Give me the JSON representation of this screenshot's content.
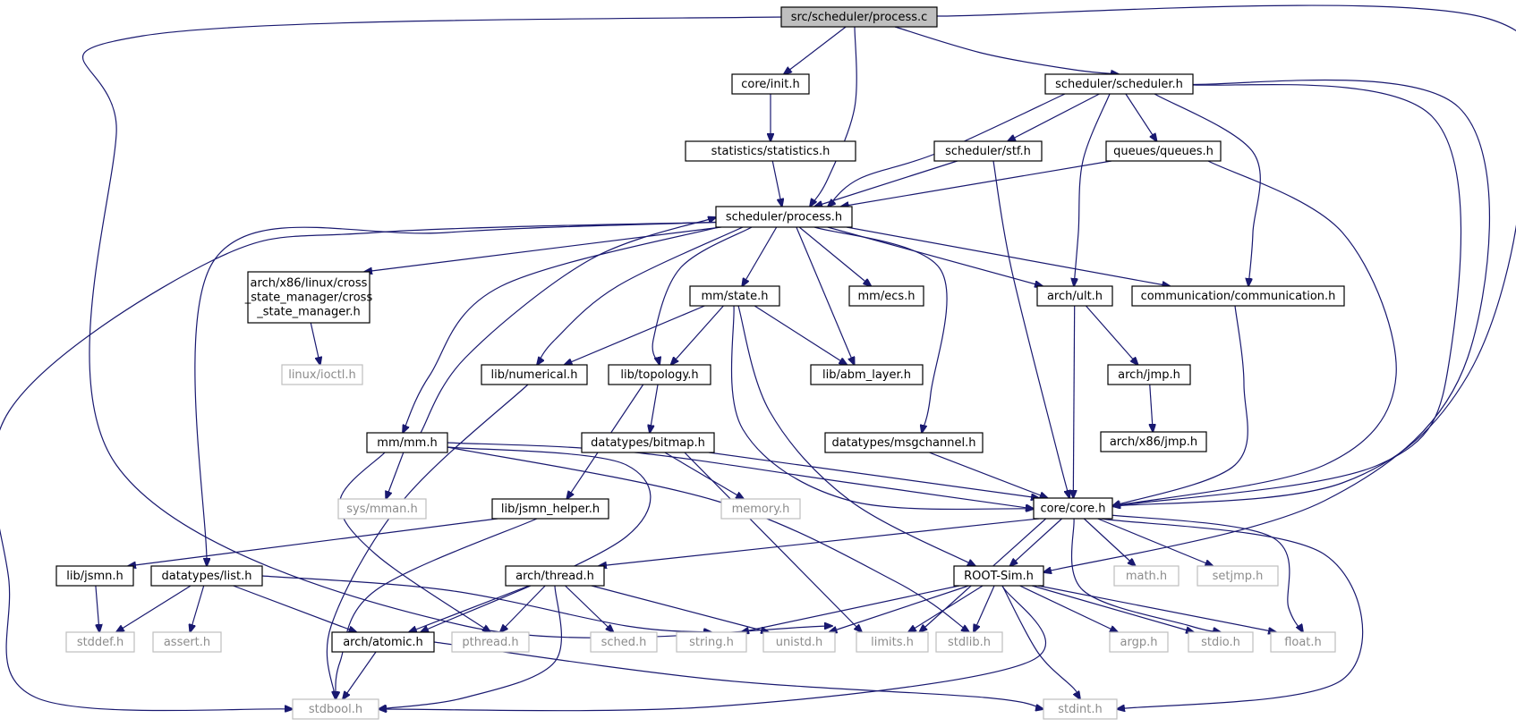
{
  "graph": {
    "style": {
      "edge_color": "#191970",
      "root_fill": "#bfbfbf",
      "node_stroke": "#000000",
      "missing_stroke": "#bfbfbf",
      "missing_text": "#8c8c8c"
    },
    "nodes": [
      {
        "id": "root",
        "lines": [
          "src/scheduler/process.c"
        ],
        "kind": "root"
      },
      {
        "id": "core_init",
        "lines": [
          "core/init.h"
        ],
        "kind": "normal"
      },
      {
        "id": "sched_sched",
        "lines": [
          "scheduler/scheduler.h"
        ],
        "kind": "normal"
      },
      {
        "id": "stats",
        "lines": [
          "statistics/statistics.h"
        ],
        "kind": "normal"
      },
      {
        "id": "stf",
        "lines": [
          "scheduler/stf.h"
        ],
        "kind": "normal"
      },
      {
        "id": "queues",
        "lines": [
          "queues/queues.h"
        ],
        "kind": "normal"
      },
      {
        "id": "sched_proc",
        "lines": [
          "scheduler/process.h"
        ],
        "kind": "normal"
      },
      {
        "id": "cross",
        "lines": [
          "arch/x86/linux/cross",
          "_state_manager/cross",
          "_state_manager.h"
        ],
        "kind": "normal"
      },
      {
        "id": "mm_state",
        "lines": [
          "mm/state.h"
        ],
        "kind": "normal"
      },
      {
        "id": "mm_ecs",
        "lines": [
          "mm/ecs.h"
        ],
        "kind": "normal"
      },
      {
        "id": "arch_ult",
        "lines": [
          "arch/ult.h"
        ],
        "kind": "normal"
      },
      {
        "id": "comm",
        "lines": [
          "communication/communication.h"
        ],
        "kind": "normal"
      },
      {
        "id": "ioctl",
        "lines": [
          "linux/ioctl.h"
        ],
        "kind": "missing"
      },
      {
        "id": "numerical",
        "lines": [
          "lib/numerical.h"
        ],
        "kind": "normal"
      },
      {
        "id": "topology",
        "lines": [
          "lib/topology.h"
        ],
        "kind": "normal"
      },
      {
        "id": "abm",
        "lines": [
          "lib/abm_layer.h"
        ],
        "kind": "normal"
      },
      {
        "id": "jmp",
        "lines": [
          "arch/jmp.h"
        ],
        "kind": "normal"
      },
      {
        "id": "x86jmp",
        "lines": [
          "arch/x86/jmp.h"
        ],
        "kind": "normal"
      },
      {
        "id": "mm_mm",
        "lines": [
          "mm/mm.h"
        ],
        "kind": "normal"
      },
      {
        "id": "bitmap",
        "lines": [
          "datatypes/bitmap.h"
        ],
        "kind": "normal"
      },
      {
        "id": "msgch",
        "lines": [
          "datatypes/msgchannel.h"
        ],
        "kind": "normal"
      },
      {
        "id": "sysmman",
        "lines": [
          "sys/mman.h"
        ],
        "kind": "missing"
      },
      {
        "id": "jsmn_helper",
        "lines": [
          "lib/jsmn_helper.h"
        ],
        "kind": "normal"
      },
      {
        "id": "memory",
        "lines": [
          "memory.h"
        ],
        "kind": "missing"
      },
      {
        "id": "core_core",
        "lines": [
          "core/core.h"
        ],
        "kind": "normal"
      },
      {
        "id": "jsmn",
        "lines": [
          "lib/jsmn.h"
        ],
        "kind": "normal"
      },
      {
        "id": "dt_list",
        "lines": [
          "datatypes/list.h"
        ],
        "kind": "normal"
      },
      {
        "id": "thread",
        "lines": [
          "arch/thread.h"
        ],
        "kind": "normal"
      },
      {
        "id": "rootsim",
        "lines": [
          "ROOT-Sim.h"
        ],
        "kind": "normal"
      },
      {
        "id": "math",
        "lines": [
          "math.h"
        ],
        "kind": "missing"
      },
      {
        "id": "setjmp",
        "lines": [
          "setjmp.h"
        ],
        "kind": "missing"
      },
      {
        "id": "stddef",
        "lines": [
          "stddef.h"
        ],
        "kind": "missing"
      },
      {
        "id": "assert",
        "lines": [
          "assert.h"
        ],
        "kind": "missing"
      },
      {
        "id": "atomic",
        "lines": [
          "arch/atomic.h"
        ],
        "kind": "normal"
      },
      {
        "id": "pthread",
        "lines": [
          "pthread.h"
        ],
        "kind": "missing"
      },
      {
        "id": "sched",
        "lines": [
          "sched.h"
        ],
        "kind": "missing"
      },
      {
        "id": "string",
        "lines": [
          "string.h"
        ],
        "kind": "missing"
      },
      {
        "id": "unistd",
        "lines": [
          "unistd.h"
        ],
        "kind": "missing"
      },
      {
        "id": "limits",
        "lines": [
          "limits.h"
        ],
        "kind": "missing"
      },
      {
        "id": "stdlib",
        "lines": [
          "stdlib.h"
        ],
        "kind": "missing"
      },
      {
        "id": "argp",
        "lines": [
          "argp.h"
        ],
        "kind": "missing"
      },
      {
        "id": "stdio",
        "lines": [
          "stdio.h"
        ],
        "kind": "missing"
      },
      {
        "id": "float",
        "lines": [
          "float.h"
        ],
        "kind": "missing"
      },
      {
        "id": "stdbool",
        "lines": [
          "stdbool.h"
        ],
        "kind": "missing"
      },
      {
        "id": "stdint",
        "lines": [
          "stdint.h"
        ],
        "kind": "missing"
      }
    ],
    "edges": [
      [
        "root",
        "core_init"
      ],
      [
        "root",
        "sched_sched"
      ],
      [
        "root",
        "sched_proc"
      ],
      [
        "root",
        "core_core"
      ],
      [
        "root",
        "limits"
      ],
      [
        "core_init",
        "stats"
      ],
      [
        "stats",
        "sched_proc"
      ],
      [
        "sched_sched",
        "sched_proc"
      ],
      [
        "sched_sched",
        "stf"
      ],
      [
        "sched_sched",
        "queues"
      ],
      [
        "sched_sched",
        "arch_ult"
      ],
      [
        "sched_sched",
        "comm"
      ],
      [
        "sched_sched",
        "core_core"
      ],
      [
        "sched_sched",
        "rootsim"
      ],
      [
        "stf",
        "sched_proc"
      ],
      [
        "stf",
        "core_core"
      ],
      [
        "queues",
        "sched_proc"
      ],
      [
        "queues",
        "core_core"
      ],
      [
        "sched_proc",
        "cross"
      ],
      [
        "sched_proc",
        "mm_state"
      ],
      [
        "sched_proc",
        "mm_ecs"
      ],
      [
        "sched_proc",
        "arch_ult"
      ],
      [
        "sched_proc",
        "comm"
      ],
      [
        "sched_proc",
        "numerical"
      ],
      [
        "sched_proc",
        "topology"
      ],
      [
        "sched_proc",
        "abm"
      ],
      [
        "sched_proc",
        "mm_mm"
      ],
      [
        "sched_proc",
        "msgch"
      ],
      [
        "sched_proc",
        "dt_list"
      ],
      [
        "sched_proc",
        "stdbool"
      ],
      [
        "cross",
        "ioctl"
      ],
      [
        "mm_state",
        "numerical"
      ],
      [
        "mm_state",
        "topology"
      ],
      [
        "mm_state",
        "abm"
      ],
      [
        "mm_state",
        "core_core"
      ],
      [
        "mm_state",
        "rootsim"
      ],
      [
        "arch_ult",
        "jmp"
      ],
      [
        "arch_ult",
        "core_core"
      ],
      [
        "jmp",
        "x86jmp"
      ],
      [
        "comm",
        "core_core"
      ],
      [
        "numerical",
        "stdbool"
      ],
      [
        "topology",
        "bitmap"
      ],
      [
        "topology",
        "jsmn_helper"
      ],
      [
        "mm_mm",
        "sched_proc"
      ],
      [
        "mm_mm",
        "sysmman"
      ],
      [
        "mm_mm",
        "core_core"
      ],
      [
        "mm_mm",
        "atomic"
      ],
      [
        "mm_mm",
        "pthread"
      ],
      [
        "mm_mm",
        "stdlib"
      ],
      [
        "bitmap",
        "memory"
      ],
      [
        "bitmap",
        "core_core"
      ],
      [
        "bitmap",
        "limits"
      ],
      [
        "msgch",
        "core_core"
      ],
      [
        "jsmn_helper",
        "jsmn"
      ],
      [
        "jsmn_helper",
        "stdbool"
      ],
      [
        "jsmn",
        "stddef"
      ],
      [
        "dt_list",
        "stddef"
      ],
      [
        "dt_list",
        "assert"
      ],
      [
        "dt_list",
        "atomic"
      ],
      [
        "dt_list",
        "string"
      ],
      [
        "core_core",
        "thread"
      ],
      [
        "core_core",
        "rootsim"
      ],
      [
        "core_core",
        "math"
      ],
      [
        "core_core",
        "setjmp"
      ],
      [
        "core_core",
        "limits"
      ],
      [
        "core_core",
        "stdio"
      ],
      [
        "core_core",
        "float"
      ],
      [
        "core_core",
        "stdint"
      ],
      [
        "thread",
        "atomic"
      ],
      [
        "thread",
        "pthread"
      ],
      [
        "thread",
        "sched"
      ],
      [
        "thread",
        "unistd"
      ],
      [
        "thread",
        "stdbool"
      ],
      [
        "atomic",
        "stdbool"
      ],
      [
        "atomic",
        "stdint"
      ],
      [
        "rootsim",
        "string"
      ],
      [
        "rootsim",
        "unistd"
      ],
      [
        "rootsim",
        "limits"
      ],
      [
        "rootsim",
        "stdlib"
      ],
      [
        "rootsim",
        "argp"
      ],
      [
        "rootsim",
        "stdio"
      ],
      [
        "rootsim",
        "float"
      ],
      [
        "rootsim",
        "stdbool"
      ],
      [
        "rootsim",
        "stdint"
      ]
    ]
  }
}
